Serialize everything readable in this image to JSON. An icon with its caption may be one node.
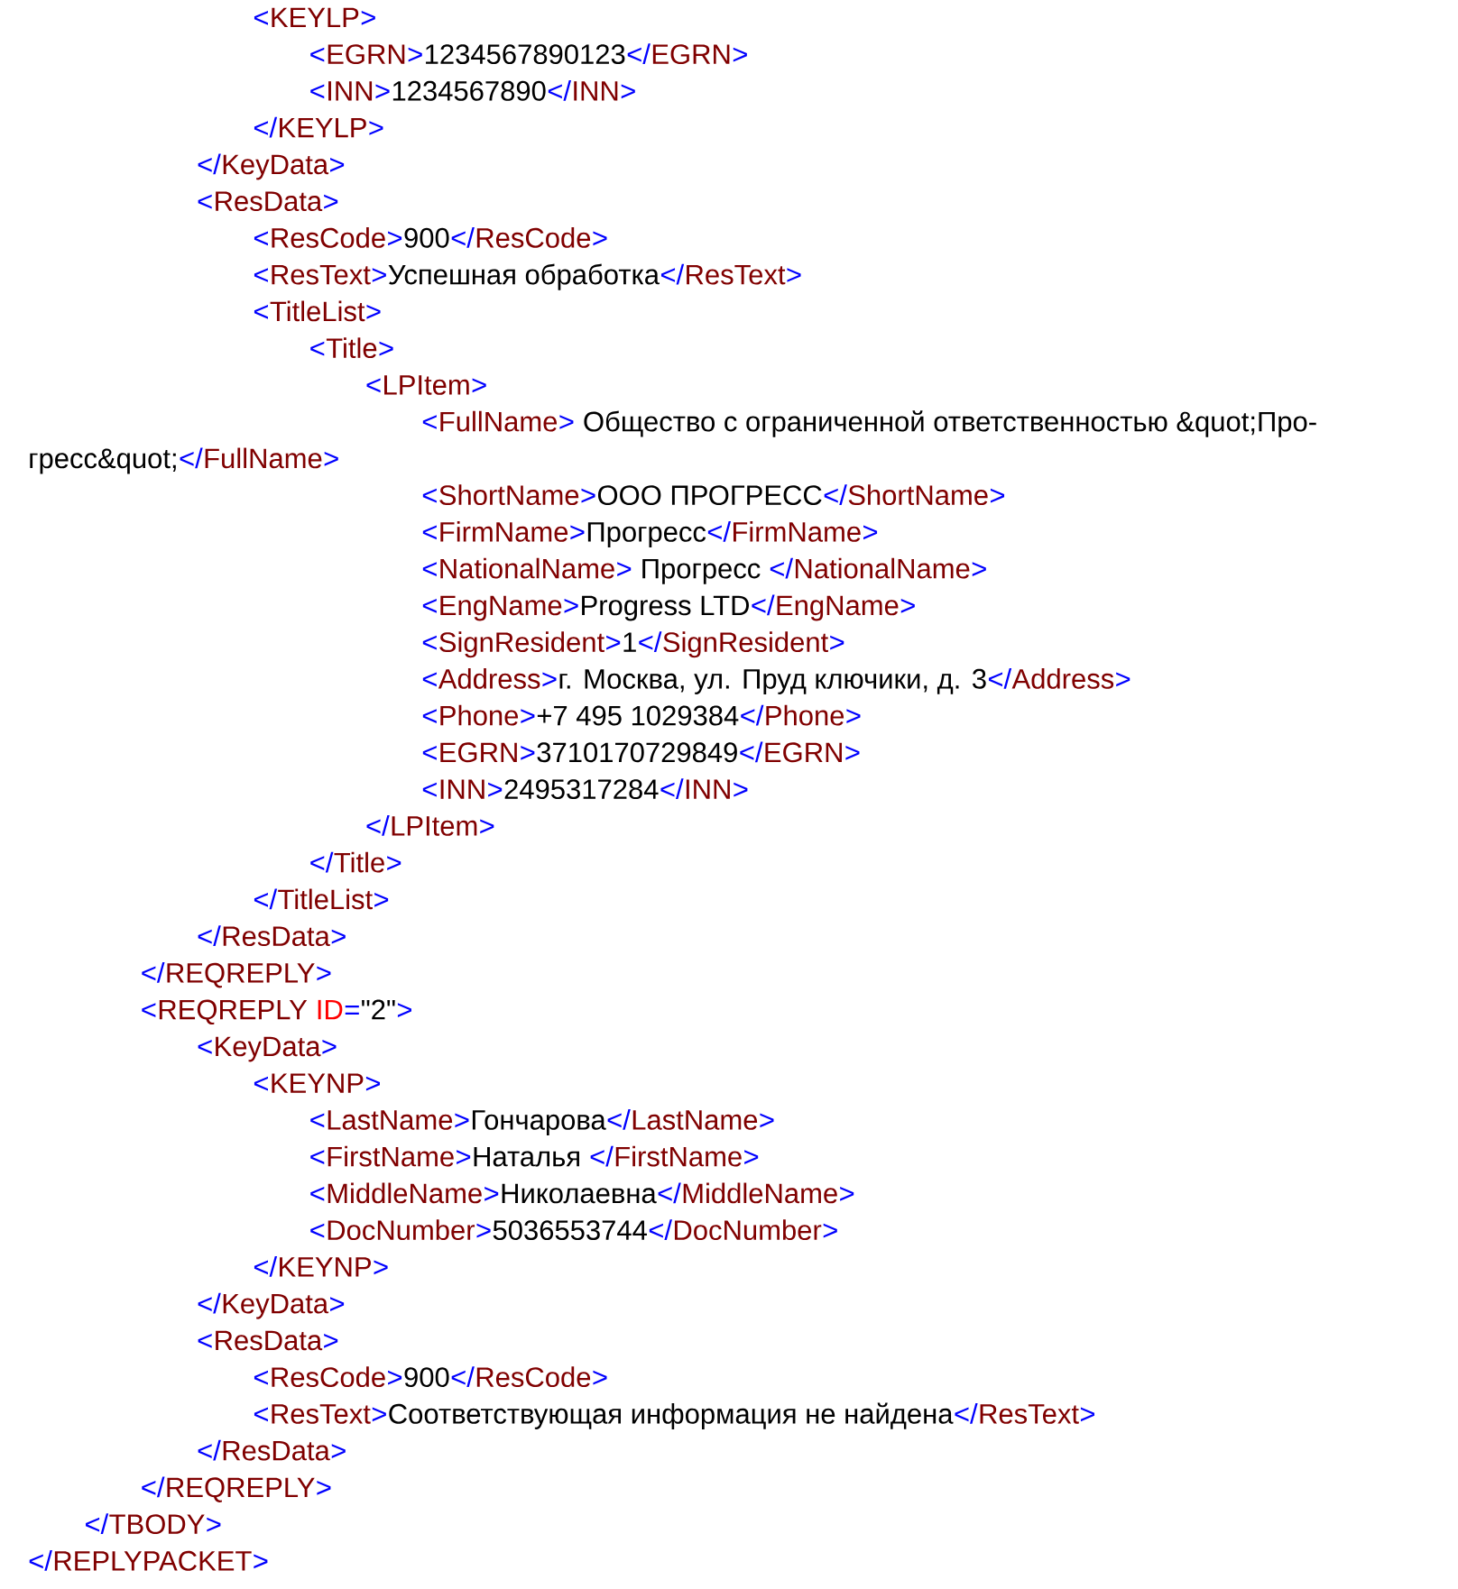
{
  "diagram": {
    "labels": [
      "<",
      "KEYLP",
      ">",
      "<",
      "EGRN",
      ">",
      "1234567890123",
      "</",
      "EGRN",
      ">",
      "<",
      "INN",
      ">",
      "1234567890",
      "</",
      "INN",
      ">",
      "</",
      "KEYLP",
      ">",
      "</",
      "KeyData",
      ">",
      "<",
      "ResData",
      ">",
      "<",
      "ResCode",
      ">",
      "900",
      "</",
      "ResCode",
      ">",
      "<",
      "ResText",
      ">",
      "Успешная обработка",
      "</",
      "ResText",
      ">",
      "<",
      "TitleList",
      ">",
      "<",
      "Title",
      ">",
      "<",
      "LPItem",
      ">",
      "<",
      "FullName",
      ">",
      "Общество с ограниченной ответственностью &quot;Про-",
      "гресс&quot;",
      "</",
      "FullName",
      ">",
      "<",
      "ShortName",
      ">",
      "ООО ПРОГРЕСС",
      "</",
      "ShortName",
      ">",
      "<",
      "FirmName",
      ">",
      "Прогресс",
      "</",
      "FirmName",
      ">",
      "<",
      "NationalName",
      ">",
      "Прогресс",
      "</",
      "NationalName",
      ">",
      "<",
      "EngName",
      ">",
      "Progress LTD",
      "</",
      "EngName",
      ">",
      "<",
      "SignResident",
      ">",
      "1",
      "</",
      "SignResident",
      ">",
      "<",
      "Address",
      ">",
      "г. Москва, ул. Пруд ключики, д. 3",
      "</",
      "Address",
      ">",
      "<",
      "Phone",
      ">",
      "+7 495 1029384",
      "</",
      "Phone",
      ">",
      "<",
      "EGRN",
      ">",
      "3710170729849",
      "</",
      "EGRN",
      ">",
      "<",
      "INN",
      ">",
      "2495317284",
      "</",
      "INN",
      ">",
      "</",
      "LPItem",
      ">",
      "</",
      "Title",
      ">",
      "</",
      "TitleList",
      ">",
      "</",
      "ResData",
      ">",
      "</",
      "REQREPLY",
      ">",
      "<",
      "REQREPLY",
      "ID",
      "=",
      "\"2\"",
      ">",
      "<",
      "KeyData",
      ">",
      "<",
      "KEYNP",
      ">",
      "<",
      "LastName",
      ">",
      "Гончарова",
      "</",
      "LastName",
      ">",
      "<",
      "FirstName",
      ">",
      "Наталья",
      "</",
      "FirstName",
      ">",
      "<",
      "MiddleName",
      ">",
      "Николаевна",
      "</",
      "MiddleName",
      ">",
      "<",
      "DocNumber",
      ">",
      "5036553744",
      "</",
      "DocNumber",
      ">",
      "</",
      "KEYNP",
      ">",
      "</",
      "KeyData",
      ">",
      "<",
      "ResData",
      ">",
      "<",
      "ResCode",
      ">",
      "900",
      "</",
      "ResCode",
      ">",
      "<",
      "ResText",
      ">",
      "Соответствующая информация не найдена",
      "</",
      "ResText",
      ">",
      "</",
      "ResData",
      ">",
      "</",
      "REQREPLY",
      ">",
      "</",
      "TBODY",
      ">",
      "</",
      "REPLYPACKET",
      ">"
    ]
  }
}
